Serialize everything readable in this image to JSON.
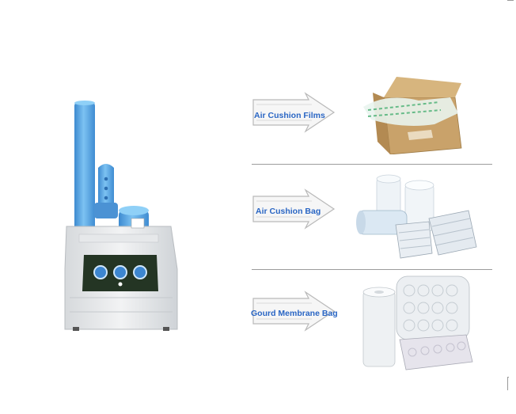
{
  "products": [
    {
      "label": "Air Cushion Films",
      "image_icon": "cardboard-box-with-air-cushion-film"
    },
    {
      "label": "Air Cushion Bag",
      "image_icon": "air-cushion-bag-rolls"
    },
    {
      "label": "Gourd Membrane Bag",
      "image_icon": "gourd-membrane-bag-rolls"
    }
  ],
  "machine": {
    "image_icon": "air-cushion-machine"
  },
  "colors": {
    "label_blue": "#2a66c4",
    "machine_blue": "#5aa8e4",
    "panel_dark": "#243524",
    "arrow_gray": "#b9b9b9"
  }
}
